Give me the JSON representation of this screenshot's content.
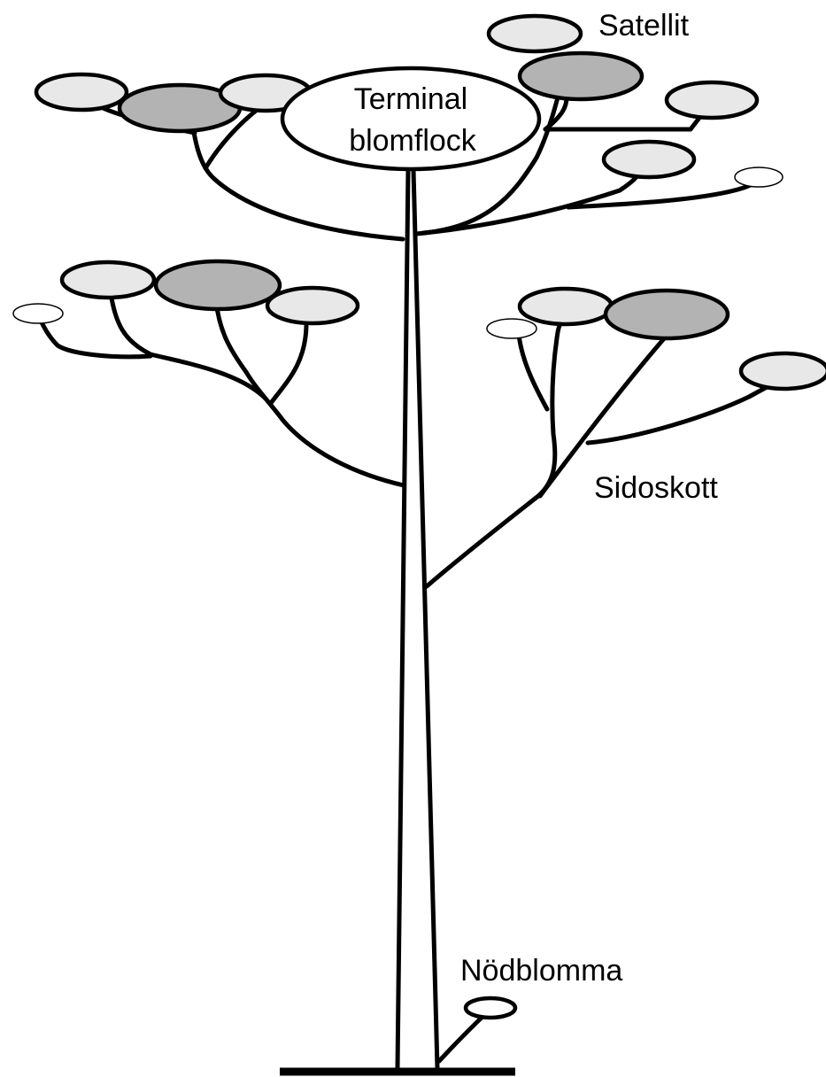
{
  "labels": {
    "terminal_line1": "Terminal",
    "terminal_line2": "blomflock",
    "satellite": "Satellit",
    "side_shoot": "Sidoskott",
    "emergency_flower": "Nödblomma"
  },
  "colors": {
    "background": "#ffffff",
    "line": "#000000",
    "terminal_fill": "#ffffff",
    "flower_light": "#e8e8e8",
    "flower_dark": "#b3b3b3",
    "flower_tiny": "#ffffff"
  }
}
